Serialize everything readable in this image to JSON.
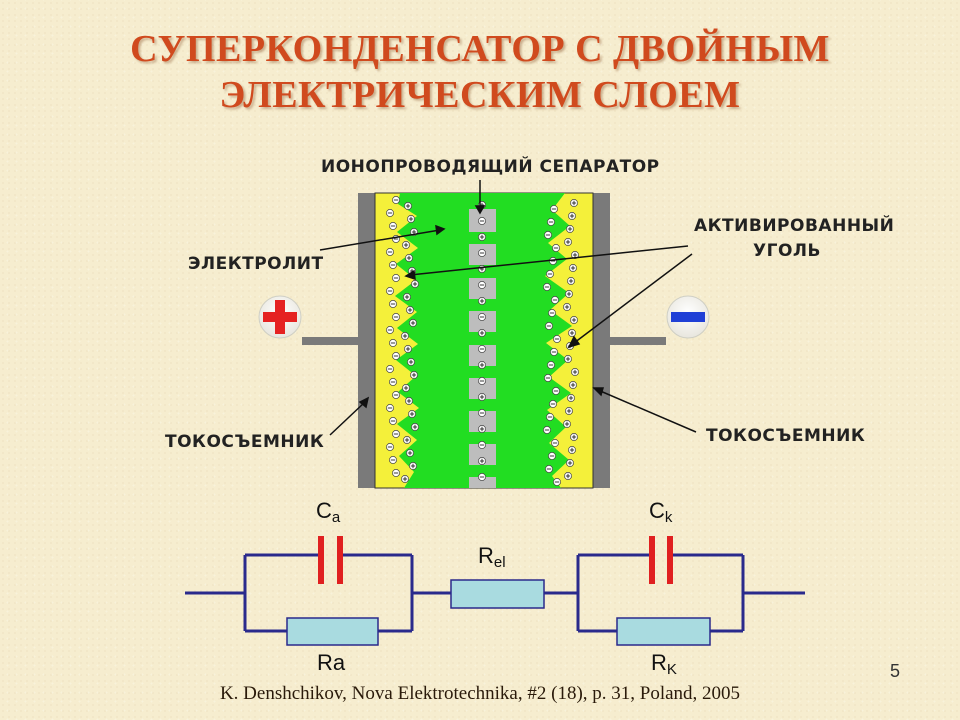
{
  "title": {
    "line1": "СУПЕРКОНДЕНСАТОР С ДВОЙНЫМ",
    "line2": "ЭЛЕКТРИЧЕСКИМ СЛОЕМ"
  },
  "labels": {
    "separator": "ИОНОПРОВОДЯЩИЙ  СЕПАРАТОР",
    "electrolyte": "ЭЛЕКТРОЛИТ",
    "carbon_line1": "АКТИВИРОВАННЫЙ",
    "carbon_line2": "УГОЛЬ",
    "collector_left": "ТОКОСЪЕМНИК",
    "collector_right": "ТОКОСЪЕМНИК"
  },
  "terminals": {
    "positive": "+",
    "negative": "−"
  },
  "circuit": {
    "ca_main": "C",
    "ca_sub": "a",
    "ck_main": "C",
    "ck_sub": "k",
    "rel_main": "R",
    "rel_sub": "el",
    "ra": "Ra",
    "rk_main": "R",
    "rk_sub": "K"
  },
  "footer": "K. Denshchikov, Nova Elektrotechnika, #2 (18), p. 31, Poland, 2005",
  "page_number": "5",
  "colors": {
    "title": "#d04a1e",
    "electrolyte_green": "#22dd22",
    "carbon_yellow": "#f4f03a",
    "collector_gray": "#7a7a7a",
    "wire_blue": "#2a2a8c",
    "capacitor_red": "#e02020",
    "resistor_fill": "#a9dbe0"
  }
}
